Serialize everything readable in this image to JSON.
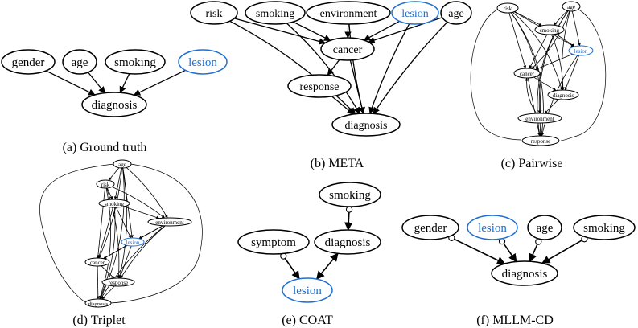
{
  "colors": {
    "observed": "#000000",
    "highlight": "#1f6fd1"
  },
  "panels": [
    {
      "id": "a",
      "caption": "(a) Ground truth",
      "nodes": [
        {
          "id": "gender",
          "label": "gender"
        },
        {
          "id": "age",
          "label": "age"
        },
        {
          "id": "smoking",
          "label": "smoking"
        },
        {
          "id": "lesion",
          "label": "lesion",
          "highlight": true
        },
        {
          "id": "diagnosis",
          "label": "diagnosis"
        }
      ],
      "edges": [
        [
          "gender",
          "diagnosis"
        ],
        [
          "age",
          "diagnosis"
        ],
        [
          "smoking",
          "diagnosis"
        ],
        [
          "lesion",
          "diagnosis"
        ]
      ]
    },
    {
      "id": "b",
      "caption": "(b) META",
      "nodes": [
        {
          "id": "risk",
          "label": "risk"
        },
        {
          "id": "smoking",
          "label": "smoking"
        },
        {
          "id": "environment",
          "label": "environment"
        },
        {
          "id": "lesion",
          "label": "lesion",
          "highlight": true
        },
        {
          "id": "age",
          "label": "age"
        },
        {
          "id": "cancer",
          "label": "cancer"
        },
        {
          "id": "response",
          "label": "response"
        },
        {
          "id": "diagnosis",
          "label": "diagnosis"
        }
      ],
      "edges": [
        [
          "risk",
          "cancer"
        ],
        [
          "smoking",
          "cancer"
        ],
        [
          "environment",
          "cancer"
        ],
        [
          "lesion",
          "cancer"
        ],
        [
          "age",
          "cancer"
        ],
        [
          "cancer",
          "response"
        ],
        [
          "cancer",
          "diagnosis"
        ],
        [
          "response",
          "diagnosis"
        ],
        [
          "risk",
          "diagnosis"
        ],
        [
          "smoking",
          "diagnosis"
        ],
        [
          "environment",
          "diagnosis"
        ],
        [
          "lesion",
          "diagnosis"
        ],
        [
          "age",
          "diagnosis"
        ]
      ]
    },
    {
      "id": "c",
      "caption": "(c) Pairwise",
      "nodes": [
        {
          "id": "risk",
          "label": "risk"
        },
        {
          "id": "age",
          "label": "age"
        },
        {
          "id": "smoking",
          "label": "smoking"
        },
        {
          "id": "lesion",
          "label": "lesion",
          "highlight": true
        },
        {
          "id": "cancer",
          "label": "cancer"
        },
        {
          "id": "diagnosis",
          "label": "diagnosis"
        },
        {
          "id": "environment",
          "label": "environment"
        },
        {
          "id": "response",
          "label": "response"
        }
      ],
      "edges": [
        [
          "risk",
          "smoking"
        ],
        [
          "risk",
          "lesion"
        ],
        [
          "risk",
          "cancer"
        ],
        [
          "risk",
          "diagnosis"
        ],
        [
          "risk",
          "environment"
        ],
        [
          "risk",
          "response"
        ],
        [
          "age",
          "smoking"
        ],
        [
          "age",
          "lesion"
        ],
        [
          "age",
          "cancer"
        ],
        [
          "age",
          "diagnosis"
        ],
        [
          "age",
          "environment"
        ],
        [
          "age",
          "response"
        ],
        [
          "smoking",
          "lesion"
        ],
        [
          "smoking",
          "cancer"
        ],
        [
          "smoking",
          "diagnosis"
        ],
        [
          "lesion",
          "cancer"
        ],
        [
          "lesion",
          "diagnosis"
        ],
        [
          "cancer",
          "diagnosis"
        ],
        [
          "cancer",
          "response"
        ],
        [
          "diagnosis",
          "environment"
        ],
        [
          "environment",
          "cancer"
        ],
        [
          "environment",
          "response"
        ],
        [
          "lesion",
          "response"
        ]
      ]
    },
    {
      "id": "d",
      "caption": "(d) Triplet",
      "nodes": [
        {
          "id": "age",
          "label": "age"
        },
        {
          "id": "risk",
          "label": "risk"
        },
        {
          "id": "smoking",
          "label": "smoking"
        },
        {
          "id": "environment",
          "label": "environment"
        },
        {
          "id": "lesion",
          "label": "lesion",
          "highlight": true
        },
        {
          "id": "cancer",
          "label": "cancer"
        },
        {
          "id": "response",
          "label": "response"
        },
        {
          "id": "diagnosis",
          "label": "diagnosis"
        }
      ],
      "edges": [
        [
          "age",
          "risk"
        ],
        [
          "age",
          "smoking"
        ],
        [
          "age",
          "environment"
        ],
        [
          "age",
          "lesion"
        ],
        [
          "age",
          "cancer"
        ],
        [
          "age",
          "response"
        ],
        [
          "age",
          "diagnosis"
        ],
        [
          "risk",
          "smoking"
        ],
        [
          "risk",
          "environment"
        ],
        [
          "risk",
          "cancer"
        ],
        [
          "risk",
          "response"
        ],
        [
          "risk",
          "diagnosis"
        ],
        [
          "smoking",
          "environment"
        ],
        [
          "smoking",
          "lesion"
        ],
        [
          "smoking",
          "cancer"
        ],
        [
          "smoking",
          "diagnosis"
        ],
        [
          "environment",
          "lesion"
        ],
        [
          "environment",
          "cancer"
        ],
        [
          "environment",
          "response"
        ],
        [
          "environment",
          "diagnosis"
        ],
        [
          "lesion",
          "cancer"
        ],
        [
          "lesion",
          "response"
        ],
        [
          "cancer",
          "response"
        ],
        [
          "cancer",
          "diagnosis"
        ],
        [
          "response",
          "diagnosis"
        ]
      ]
    },
    {
      "id": "e",
      "caption": "(e) COAT",
      "nodes": [
        {
          "id": "smoking",
          "label": "smoking"
        },
        {
          "id": "symptom",
          "label": "symptom"
        },
        {
          "id": "diagnosis",
          "label": "diagnosis"
        },
        {
          "id": "lesion",
          "label": "lesion",
          "highlight": true
        }
      ],
      "edges": [
        {
          "from": "smoking",
          "to": "diagnosis",
          "type": "circle-arrow"
        },
        {
          "from": "symptom",
          "to": "lesion",
          "type": "circle-arrow"
        },
        {
          "from": "diagnosis",
          "to": "lesion",
          "type": "arrow-arrow"
        }
      ]
    },
    {
      "id": "f",
      "caption": "(f) MLLM-CD",
      "nodes": [
        {
          "id": "gender",
          "label": "gender"
        },
        {
          "id": "lesion",
          "label": "lesion",
          "highlight": true
        },
        {
          "id": "age",
          "label": "age"
        },
        {
          "id": "smoking",
          "label": "smoking"
        },
        {
          "id": "diagnosis",
          "label": "diagnosis"
        }
      ],
      "edges": [
        {
          "from": "gender",
          "to": "diagnosis",
          "type": "circle-arrow"
        },
        {
          "from": "lesion",
          "to": "diagnosis",
          "type": "circle-arrow"
        },
        {
          "from": "age",
          "to": "diagnosis",
          "type": "circle-arrow"
        },
        {
          "from": "smoking",
          "to": "diagnosis",
          "type": "circle-arrow"
        }
      ]
    }
  ]
}
